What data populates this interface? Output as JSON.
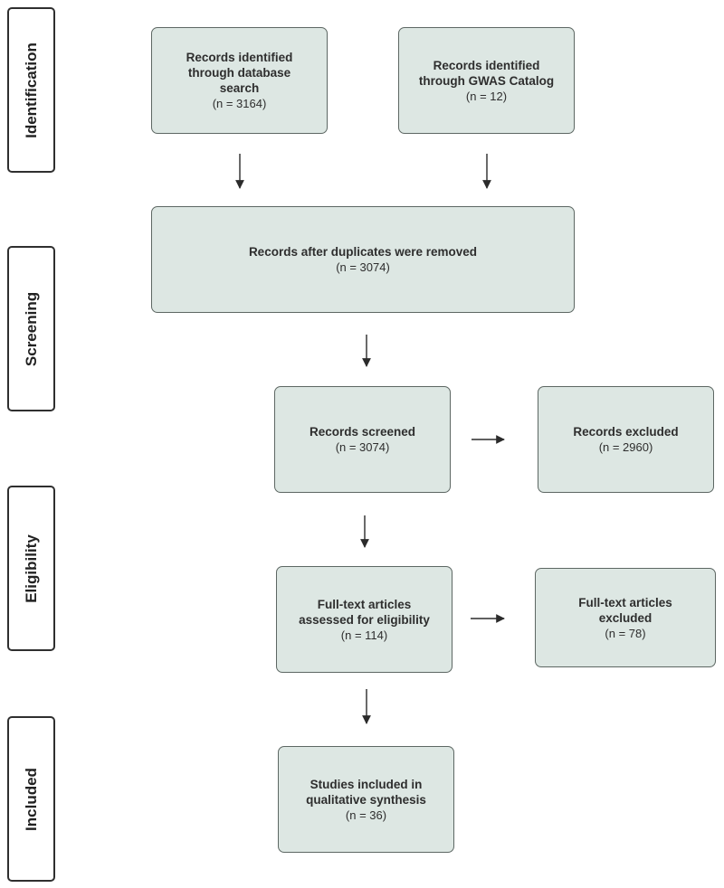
{
  "stages": {
    "identification": "Identification",
    "screening": "Screening",
    "eligibility": "Eligibility",
    "included": "Included"
  },
  "boxes": {
    "database_search": {
      "title": "Records identified through database search",
      "n": "(n = 3164)"
    },
    "gwas_catalog": {
      "title": "Records identified through GWAS Catalog",
      "n": "(n = 12)"
    },
    "duplicates_removed": {
      "title": "Records after duplicates were removed",
      "n": "(n = 3074)"
    },
    "screened": {
      "title": "Records screened",
      "n": "(n = 3074)"
    },
    "excluded": {
      "title": "Records excluded",
      "n": "(n = 2960)"
    },
    "fulltext_assessed": {
      "title": "Full-text articles assessed for eligibility",
      "n": "(n = 114)"
    },
    "fulltext_excluded": {
      "title": "Full-text articles excluded",
      "n": "(n = 78)"
    },
    "included": {
      "title": "Studies included in qualitative synthesis",
      "n": "(n = 36)"
    }
  },
  "colors": {
    "box_fill": "#dde7e3",
    "box_border": "#5d6763",
    "arrow": "#2b2b2b"
  }
}
